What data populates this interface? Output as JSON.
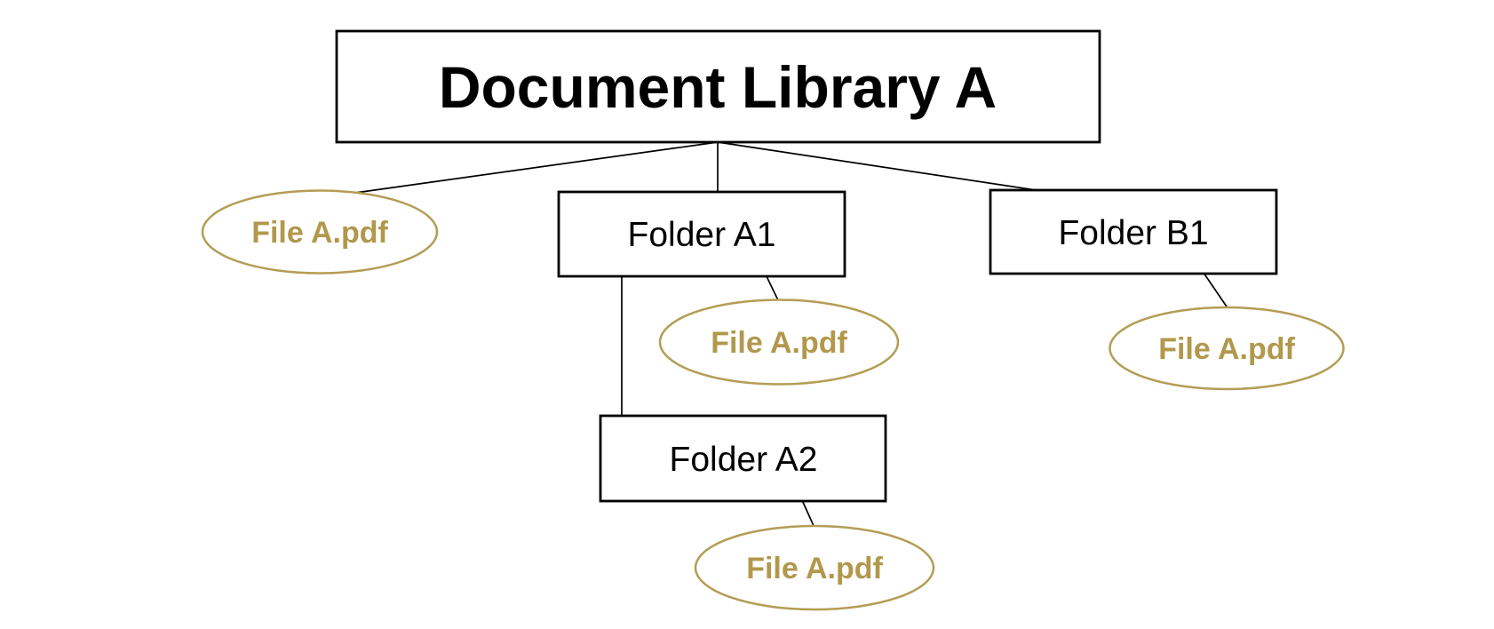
{
  "diagram": {
    "background_color": "#FFFFFF",
    "connector_color": "#000000",
    "folder_border_color": "#000000",
    "file_accent_color": "#B2984C",
    "file_ellipse_stroke_color": "#B49D55",
    "root": {
      "label": "Document Library A"
    },
    "folders": {
      "a1": {
        "label": "Folder A1"
      },
      "a2": {
        "label": "Folder A2"
      },
      "b1": {
        "label": "Folder B1"
      }
    },
    "files": {
      "root_file": {
        "label": "File A.pdf"
      },
      "a1_file": {
        "label": "File A.pdf"
      },
      "a2_file": {
        "label": "File A.pdf"
      },
      "b1_file": {
        "label": "File A.pdf"
      }
    }
  }
}
